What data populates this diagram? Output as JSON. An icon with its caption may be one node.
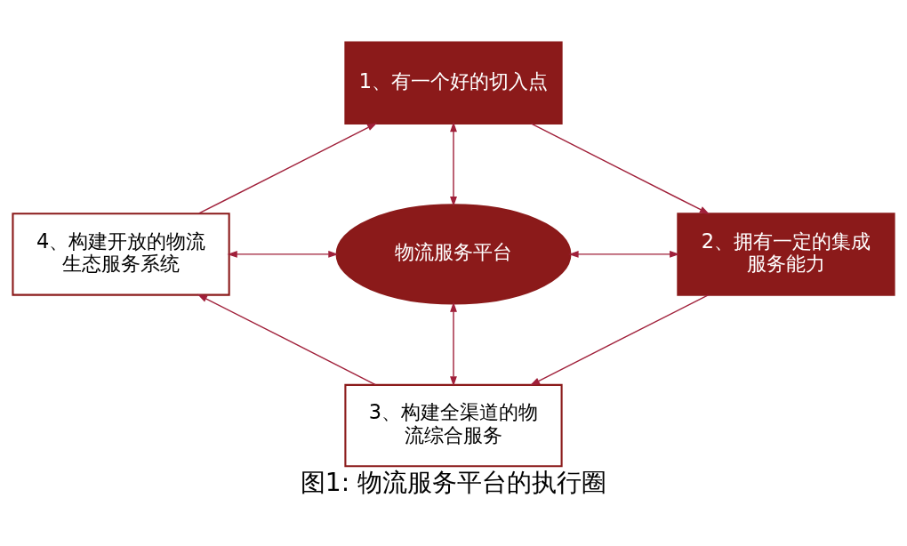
{
  "diagram": {
    "caption": "图1: 物流服务平台的执行圈",
    "nodes": [
      {
        "text": [
          "1、有一个好的切入点"
        ]
      },
      {
        "text": [
          "物流服务平台"
        ]
      },
      {
        "text": [
          "2、拥有一定的集成服务能力"
        ]
      },
      {
        "text": [
          "3、构建全渠道的物流综合服务"
        ]
      },
      {
        "text": [
          "4、构建开放的物流生态服务系统"
        ]
      }
    ],
    "edges": [
      {
        "from": 4,
        "to": 0,
        "arrow": "to"
      },
      {
        "from": 0,
        "to": 2,
        "arrow": "to"
      },
      {
        "from": 2,
        "to": 3,
        "arrow": "to"
      },
      {
        "from": 3,
        "to": 4,
        "arrow": "to"
      },
      {
        "from": 0,
        "to": 1,
        "arrow": "both"
      },
      {
        "from": 1,
        "to": 2,
        "arrow": "both"
      },
      {
        "from": 1,
        "to": 3,
        "arrow": "both"
      },
      {
        "from": 4,
        "to": 1,
        "arrow": "both"
      }
    ]
  }
}
